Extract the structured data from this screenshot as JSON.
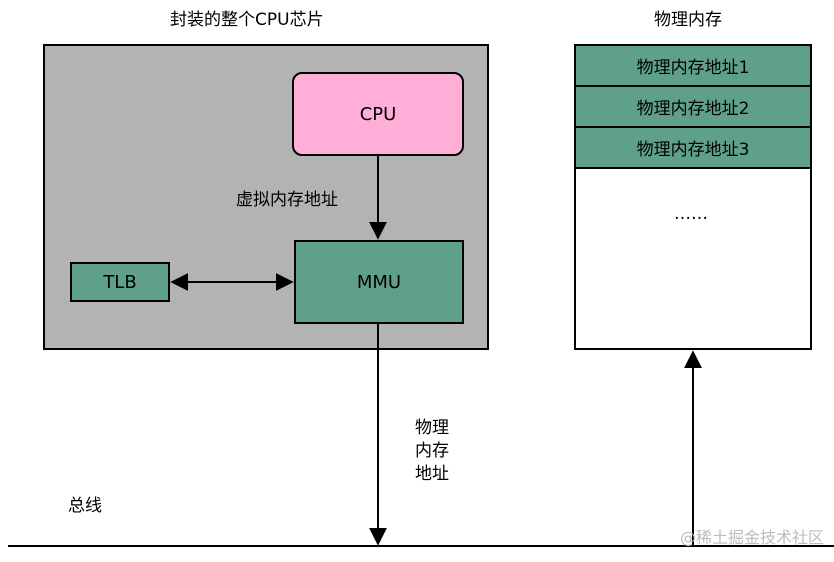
{
  "chip": {
    "title": "封装的整个CPU芯片",
    "cpu_label": "CPU",
    "mmu_label": "MMU",
    "tlb_label": "TLB",
    "virtual_address_label": "虚拟内存地址"
  },
  "memory": {
    "title": "物理内存",
    "rows": [
      "物理内存地址1",
      "物理内存地址2",
      "物理内存地址3"
    ],
    "ellipsis": "……"
  },
  "bus": {
    "label": "总线",
    "physical_address_lines": [
      "物理",
      "内存",
      "地址"
    ]
  },
  "watermark": "@稀土掘金技术社区",
  "colors": {
    "chip_fill": "#b3b3b3",
    "cpu_fill": "#ffafd7",
    "green_fill": "#5fa08a",
    "line": "#000000"
  }
}
